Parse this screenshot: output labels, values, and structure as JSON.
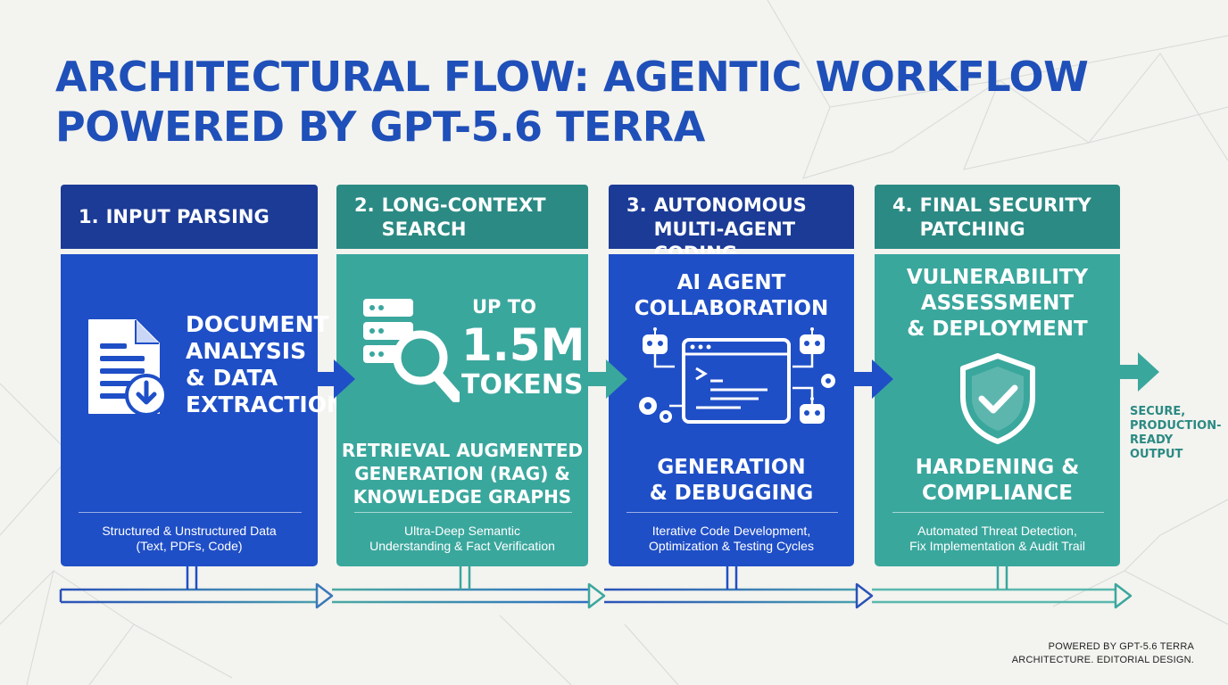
{
  "title": {
    "line1": "ARCHITECTURAL FLOW: AGENTIC WORKFLOW",
    "line2": "POWERED BY GPT-5.6 TERRA"
  },
  "colors": {
    "title": "#1f4fb8",
    "blue_header": "#1c3b96",
    "blue_body": "#1f4fc7",
    "teal_header": "#2b8a83",
    "teal_body": "#3aa79d",
    "background": "#f3f3ef"
  },
  "stages": [
    {
      "number": "1.",
      "heading": "INPUT PARSING",
      "icon": "document-download-icon",
      "main": [
        "DOCUMENT",
        "ANALYSIS",
        "& DATA",
        "EXTRACTION"
      ],
      "footer": [
        "Structured & Unstructured Data",
        "(Text, PDFs, Code)"
      ]
    },
    {
      "number": "2.",
      "heading_lines": [
        "LONG-CONTEXT",
        "SEARCH"
      ],
      "icon": "database-search-icon",
      "stat_small": "UP TO",
      "stat_big": "1.5M",
      "stat_unit": "TOKENS",
      "sub": [
        "RETRIEVAL AUGMENTED",
        "GENERATION (RAG) &",
        "KNOWLEDGE GRAPHS"
      ],
      "footer": [
        "Ultra-Deep Semantic",
        "Understanding & Fact Verification"
      ]
    },
    {
      "number": "3.",
      "heading_lines": [
        "AUTONOMOUS",
        "MULTI-AGENT CODING"
      ],
      "icon": "robot-agents-code-window-icon",
      "top": [
        "AI AGENT",
        "COLLABORATION"
      ],
      "bottom": [
        "GENERATION",
        "& DEBUGGING"
      ],
      "footer": [
        "Iterative Code Development,",
        "Optimization & Testing Cycles"
      ]
    },
    {
      "number": "4.",
      "heading_lines": [
        "FINAL SECURITY",
        "PATCHING"
      ],
      "icon": "shield-check-icon",
      "top": [
        "VULNERABILITY",
        "ASSESSMENT",
        "& DEPLOYMENT"
      ],
      "bottom": [
        "HARDENING &",
        "COMPLIANCE"
      ],
      "footer": [
        "Automated Threat Detection,",
        "Fix Implementation & Audit Trail"
      ]
    }
  ],
  "output": [
    "SECURE,",
    "PRODUCTION-",
    "READY",
    "OUTPUT"
  ],
  "credit": [
    "POWERED BY GPT-5.6 TERRA",
    "ARCHITECTURE. EDITORIAL DESIGN."
  ]
}
